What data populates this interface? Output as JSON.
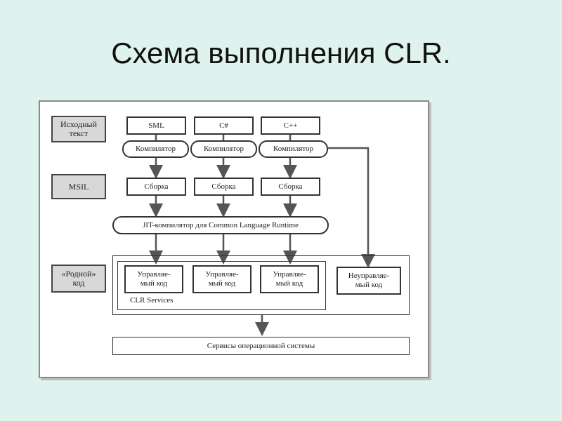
{
  "slide": {
    "title": "Схема выполнения CLR."
  },
  "diagram": {
    "row_labels": {
      "source": "Исходный\nтекст",
      "msil": "MSIL",
      "native": "«Родной»\nкод"
    },
    "languages": [
      "SML",
      "C#",
      "C++"
    ],
    "compiler_label": "Компилятор",
    "assembly_label": "Сборка",
    "jit_label": "JIT-компилятор для Common Language Runtime",
    "managed_code_label": "Управляе-\nмый код",
    "unmanaged_code_label": "Неуправляе-\nмый код",
    "clr_services_label": "CLR Services",
    "os_services_label": "Сервисы операционной системы"
  }
}
